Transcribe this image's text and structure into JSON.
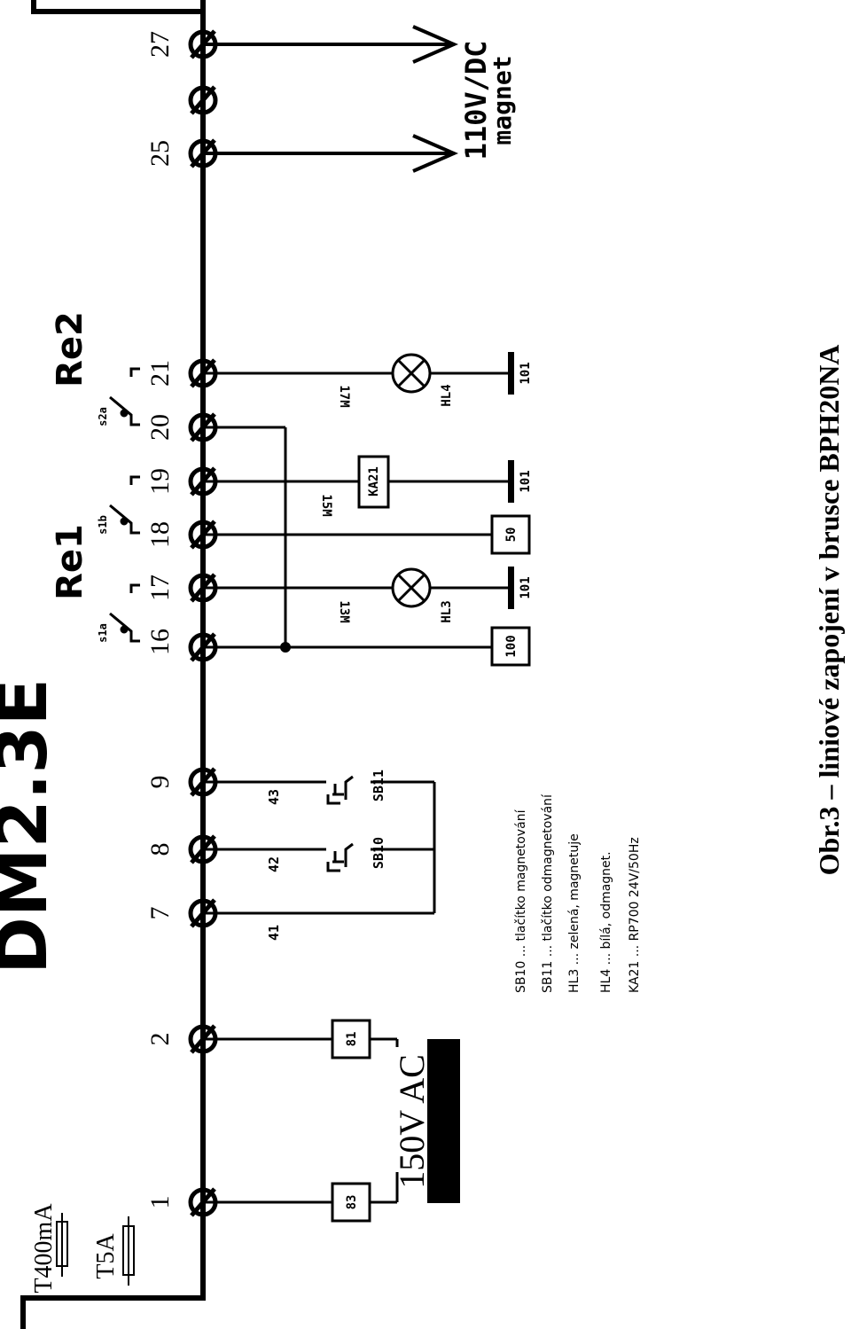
{
  "device_title": "DM2.3E",
  "relays": {
    "re1": "Re1",
    "re2": "Re2"
  },
  "contacts": {
    "s1a": "s1a",
    "s1b": "s1b",
    "s2a": "s2a"
  },
  "terminals": [
    "1",
    "2",
    "7",
    "8",
    "9",
    "16",
    "17",
    "18",
    "19",
    "20",
    "21",
    "25",
    "27"
  ],
  "fuses": {
    "f1": "T400mA",
    "f2": "T5A"
  },
  "supply_label": "150V AC",
  "output_label": {
    "line1": "110V/DC",
    "line2": "magnet"
  },
  "boxes": {
    "b83": "83",
    "b81": "81",
    "b100": "100",
    "b50": "50",
    "ka21": "KA21"
  },
  "wires": {
    "w41": "41",
    "w42": "42",
    "w43": "43",
    "w13m": "13M",
    "w15m": "15M",
    "w17m": "17M"
  },
  "ground_labels": {
    "g1": "101",
    "g2": "101",
    "g3": "101"
  },
  "lamps": {
    "hl3": "HL3",
    "hl4": "HL4"
  },
  "buttons": {
    "sb10": "SB10",
    "sb11": "SB11"
  },
  "legend": [
    "SB10 ... tlačítko magnetování",
    "SB11 ... tlačítko odmagnetování",
    "HL3 ... zelená, magnetuje",
    "HL4 ... bílá, odmagnet.",
    "KA21 ... RP700 24V/50Hz"
  ],
  "caption": "Obr.3 – liniové zapojení v brusce BPH20NA"
}
